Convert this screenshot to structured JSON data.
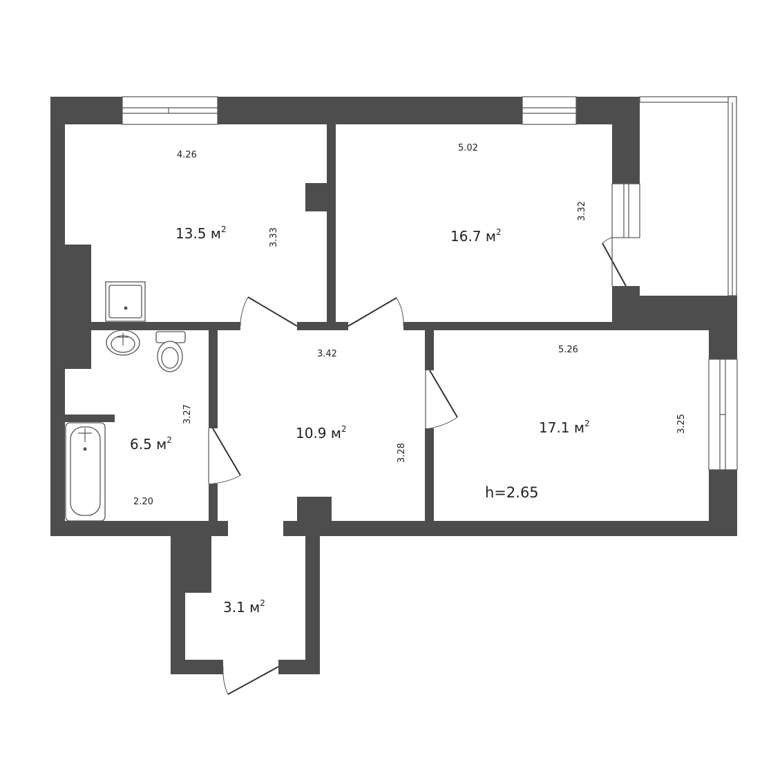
{
  "rooms": [
    {
      "id": "room-top-left",
      "area": "13.5",
      "unit": "м",
      "unit_sup": "2",
      "width_dim": "4.26",
      "height_dim": "3.33"
    },
    {
      "id": "room-top-right",
      "area": "16.7",
      "unit": "м",
      "unit_sup": "2",
      "width_dim": "5.02",
      "height_dim": "3.32"
    },
    {
      "id": "bathroom",
      "area": "6.5",
      "unit": "м",
      "unit_sup": "2",
      "width_dim": "2.20",
      "height_dim": "3.27"
    },
    {
      "id": "hall",
      "area": "10.9",
      "unit": "м",
      "unit_sup": "2",
      "width_dim": "3.42",
      "height_dim": "3.28"
    },
    {
      "id": "room-bottom-right",
      "area": "17.1",
      "unit": "м",
      "unit_sup": "2",
      "width_dim": "5.26",
      "height_dim": "3.25"
    },
    {
      "id": "vestibule",
      "area": "3.1",
      "unit": "м",
      "unit_sup": "2"
    }
  ],
  "ceiling_height": "h=2.65",
  "colors": {
    "wall": "#4d4d4d",
    "background": "#ffffff"
  }
}
